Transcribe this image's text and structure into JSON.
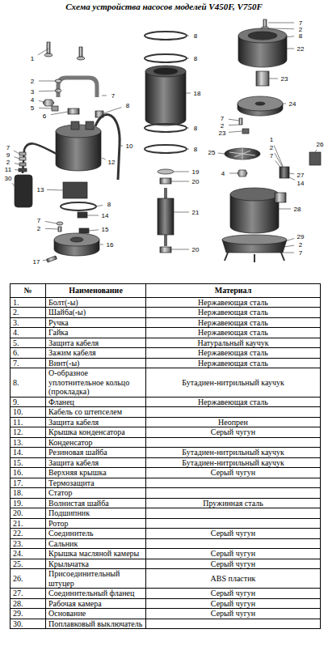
{
  "diagram": {
    "title": "Схема устройства насосов моделей V450F, V750F",
    "labels": [
      "1",
      "2",
      "3",
      "4",
      "5",
      "6",
      "7",
      "8",
      "7",
      "9",
      "2",
      "11",
      "30",
      "10",
      "12",
      "13",
      "8",
      "14",
      "7",
      "2",
      "15",
      "16",
      "17",
      "8",
      "8",
      "18",
      "8",
      "8",
      "19",
      "20",
      "21",
      "20",
      "7",
      "2",
      "8",
      "22",
      "23",
      "24",
      "7",
      "2",
      "23",
      "25",
      "1",
      "2",
      "7",
      "26",
      "4",
      "27",
      "14",
      "28",
      "29",
      "2",
      "7",
      "№",
      "Наименование",
      "Материал",
      "1.",
      "Болт(-ы)",
      "Нержавеющая сталь",
      "2.",
      "Шайба(-ы)",
      "Нержавеющая сталь",
      "3.",
      "Ручка",
      "Нержавеющая сталь",
      "4.",
      "Гайка",
      "Нержавеющая сталь",
      "5.",
      "Защита кабеля",
      "Натуральный каучук",
      "6.",
      "Зажим кабеля",
      "Нержавеющая сталь",
      "7.",
      "Винт(-ы)",
      "Нержавеющая сталь",
      "8.",
      "О-образное уплотнительное кольцо (прокладка)",
      "Бутадиен-нитрильный каучук",
      "9.",
      "Фланец",
      "Нержавеющая сталь",
      "10.",
      "Кабель со штепселем",
      "11.",
      "Защита кабеля",
      "Неопрен",
      "12.",
      "Крышка конденсатора",
      "Серый чугун",
      "13.",
      "Конденсатор",
      "14.",
      "Резиновая шайба",
      "Бутадиен-нитрильный каучук",
      "15.",
      "Защита кабеля",
      "Бутадиен-нитрильный каучук",
      "16.",
      "Верхняя крышка",
      "Серый чугун",
      "17.",
      "Термозащита",
      "18.",
      "Статор",
      "19.",
      "Волнистая шайба",
      "Пружинная сталь",
      "20.",
      "Подшипник",
      "21.",
      "Ротор",
      "22.",
      "Соединитель",
      "Серый чугун",
      "23.",
      "Сальник",
      "24.",
      "Крышка масляной камеры",
      "Серый чугун",
      "25.",
      "Крыльчатка",
      "Серый чугун",
      "26.",
      "Присоединительный штуцер",
      "ABS пластик",
      "27.",
      "Соединительный фланец",
      "Серый чугун",
      "28.",
      "Рабочая камера",
      "Серый чугун",
      "29.",
      "Основание",
      "Серый чугун",
      "30.",
      "Поплавковый выключатель"
    ]
  }
}
